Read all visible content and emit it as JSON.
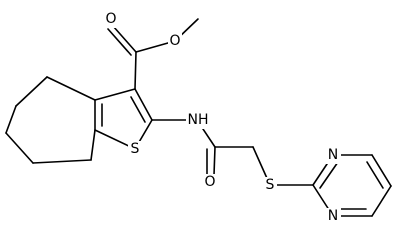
{
  "diagram": {
    "type": "chemical-structure",
    "colors": {
      "bond": "#000000",
      "label": "#000000",
      "background": "#ffffff"
    },
    "atom_labels": {
      "ester_carbonyl_oxygen": "O",
      "ester_ether_oxygen": "O",
      "thiophene_sulfur": "S",
      "amide_nitrogen": "NH",
      "amide_carbonyl_oxygen": "O",
      "thioether_sulfur": "S",
      "pyrimidine_nitrogen_top": "N",
      "pyrimidine_nitrogen_bottom": "N"
    }
  }
}
